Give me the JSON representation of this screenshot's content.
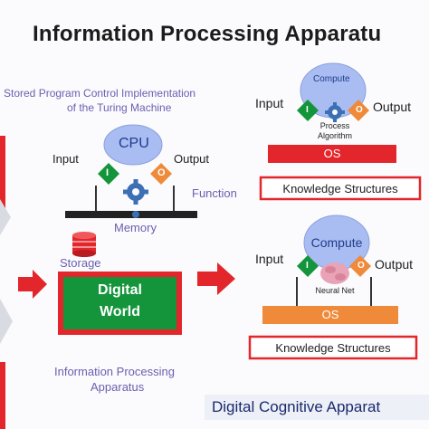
{
  "title": "Information Processing Apparatu",
  "left": {
    "caption_line1": "Stored Program Control Implementation",
    "caption_line2": "of the Turing Machine",
    "cpu_label": "CPU",
    "input_label": "Input",
    "output_label": "Output",
    "function_label": "Function",
    "memory_label": "Memory",
    "storage_label": "Storage",
    "digital_world_line1": "Digital",
    "digital_world_line2": "World",
    "bottom_caption_line1": "Information Processing",
    "bottom_caption_line2": "Apparatus",
    "input_marker": "I",
    "output_marker": "O"
  },
  "top_right": {
    "compute_label": "Compute",
    "input_label": "Input",
    "output_label": "Output",
    "process_line1": "Process",
    "process_line2": "Algorithm",
    "os_label": "OS",
    "knowledge_label": "Knowledge Structures",
    "input_marker": "I",
    "output_marker": "O"
  },
  "bottom_right": {
    "compute_label": "Compute",
    "input_label": "Input",
    "output_label": "Output",
    "neural_label": "Neural Net",
    "os_label": "OS",
    "knowledge_label": "Knowledge Structures",
    "input_marker": "I",
    "output_marker": "O"
  },
  "footer_label": "Digital Cognitive Apparat",
  "colors": {
    "red": "#e2262b",
    "green": "#14953b",
    "orange": "#ef8a3a",
    "blob": "#a9bdf2",
    "purple_text": "#6a5fb0"
  }
}
